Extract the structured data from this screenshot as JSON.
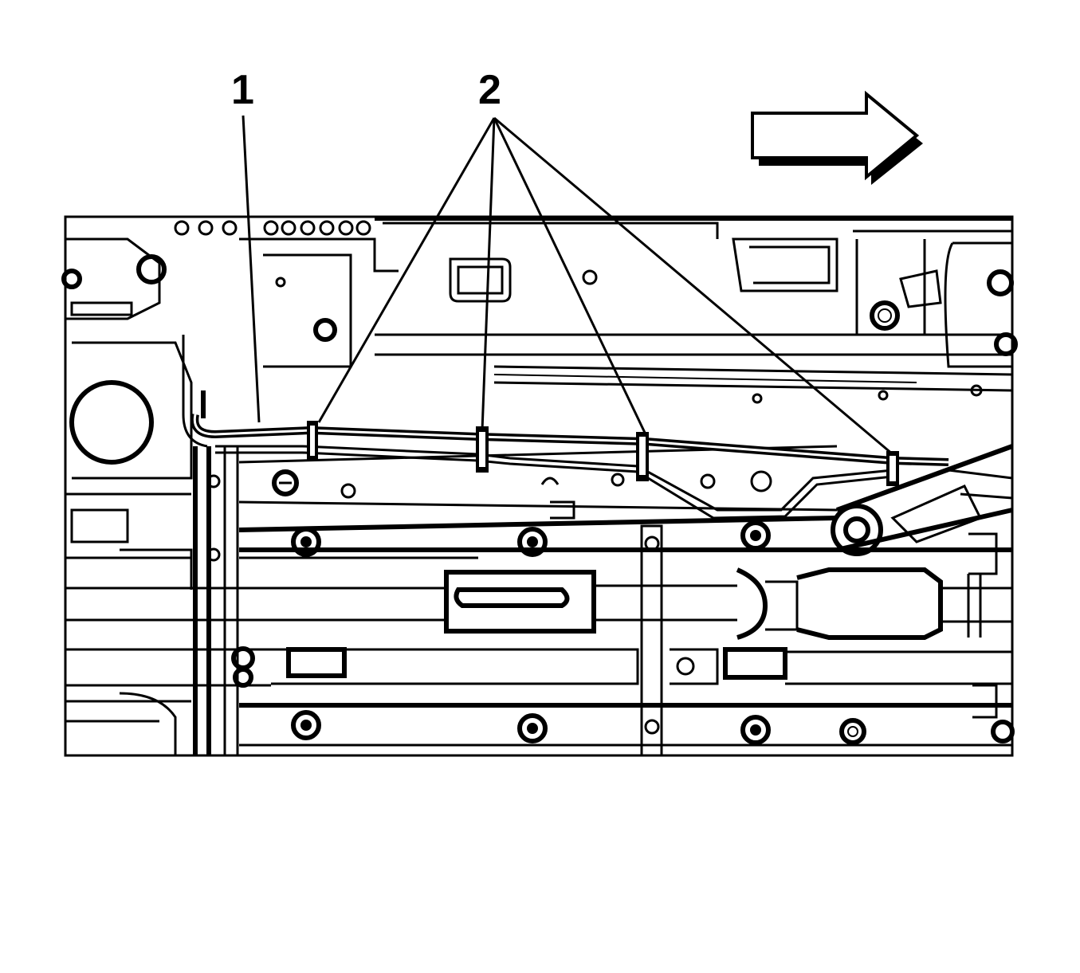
{
  "callouts": [
    {
      "id": "1",
      "label": "1"
    },
    {
      "id": "2",
      "label": "2"
    }
  ],
  "colors": {
    "line": "#000000",
    "background": "#ffffff"
  },
  "icons": {
    "direction_arrow": "arrow-right-icon"
  }
}
